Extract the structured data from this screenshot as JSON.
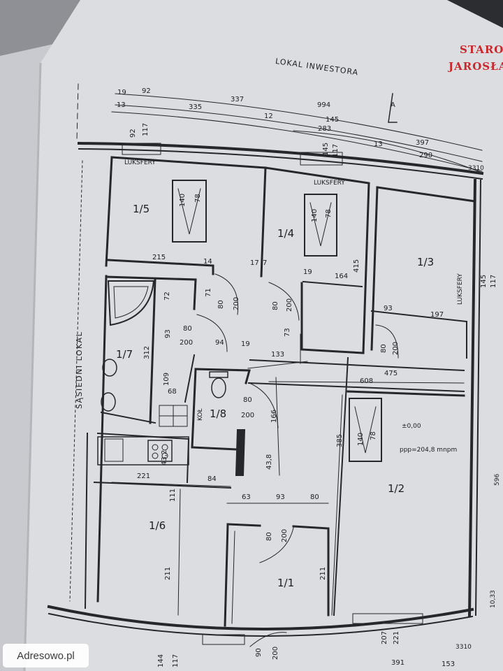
{
  "photo": {
    "subject": "floor plan on paper sheet",
    "watermark": "Adresowo.pl",
    "colors": {
      "paper": "#dcdde1",
      "ink": "#26272c",
      "stamp": "#c8282c",
      "background": "#3a3b3d"
    }
  },
  "plan": {
    "header": "LOKAL INWESTORA",
    "section_marker": "A",
    "stamp_line1": "STARO",
    "stamp_line2": "JAROSŁA",
    "side_label": "SĄSIEDNI LOKAL",
    "glass_block": "LUKSFERY",
    "wc_label": "KOŁ",
    "level": "±0,00",
    "area": "ppp=204,8 mnpm",
    "rooms": {
      "r1_1": "1/1",
      "r1_2": "1/2",
      "r1_3": "1/3",
      "r1_4": "1/4",
      "r1_5": "1/5",
      "r1_6": "1/6",
      "r1_7": "1/7",
      "r1_8": "1/8"
    },
    "dims": {
      "d19": "19",
      "d92": "92",
      "d337": "337",
      "d994": "994",
      "d13": "13",
      "d335": "335",
      "d12": "12",
      "d145": "145",
      "d283": "283",
      "d397": "397",
      "d290": "290",
      "d3310": "3310",
      "d92b": "92",
      "d117": "117",
      "d145b": "145",
      "d117b": "117",
      "d140a": "140",
      "d78a": "78",
      "d140b": "140",
      "d78b": "78",
      "d215": "215",
      "d14": "14",
      "d17": "17",
      "d7": "7",
      "d19b": "19",
      "d164": "164",
      "d415": "415",
      "d72": "72",
      "d71": "71",
      "d80a": "80",
      "d200a": "200",
      "d80b": "80",
      "d200b": "200",
      "d73": "73",
      "d93": "93",
      "d197": "197",
      "d145c": "145",
      "d117c": "117",
      "d93b": "93",
      "d80c": "80",
      "d200c": "200",
      "d94": "94",
      "d19c": "19",
      "d133": "133",
      "d312": "312",
      "d80d": "80",
      "d200d": "200",
      "d475": "475",
      "d13b": "13",
      "d608": "608",
      "d109": "109",
      "d68": "68",
      "d80e": "80",
      "d200e": "200",
      "d166": "166",
      "d140c": "140",
      "d78c": "78",
      "d385": "385",
      "d43": "43,2",
      "d438": "43,8",
      "d221": "221",
      "d84": "84",
      "d111": "111",
      "d63": "63",
      "d93c": "93",
      "d80f": "80",
      "d596": "596",
      "d80g": "80",
      "d200g": "200",
      "d211a": "211",
      "d211b": "211",
      "d1033": "10,33",
      "d144": "144",
      "d117d": "117",
      "d90": "90",
      "d200h": "200",
      "d207": "207",
      "d221b": "221",
      "d3310b": "3310",
      "d391": "391",
      "d153": "153"
    }
  }
}
